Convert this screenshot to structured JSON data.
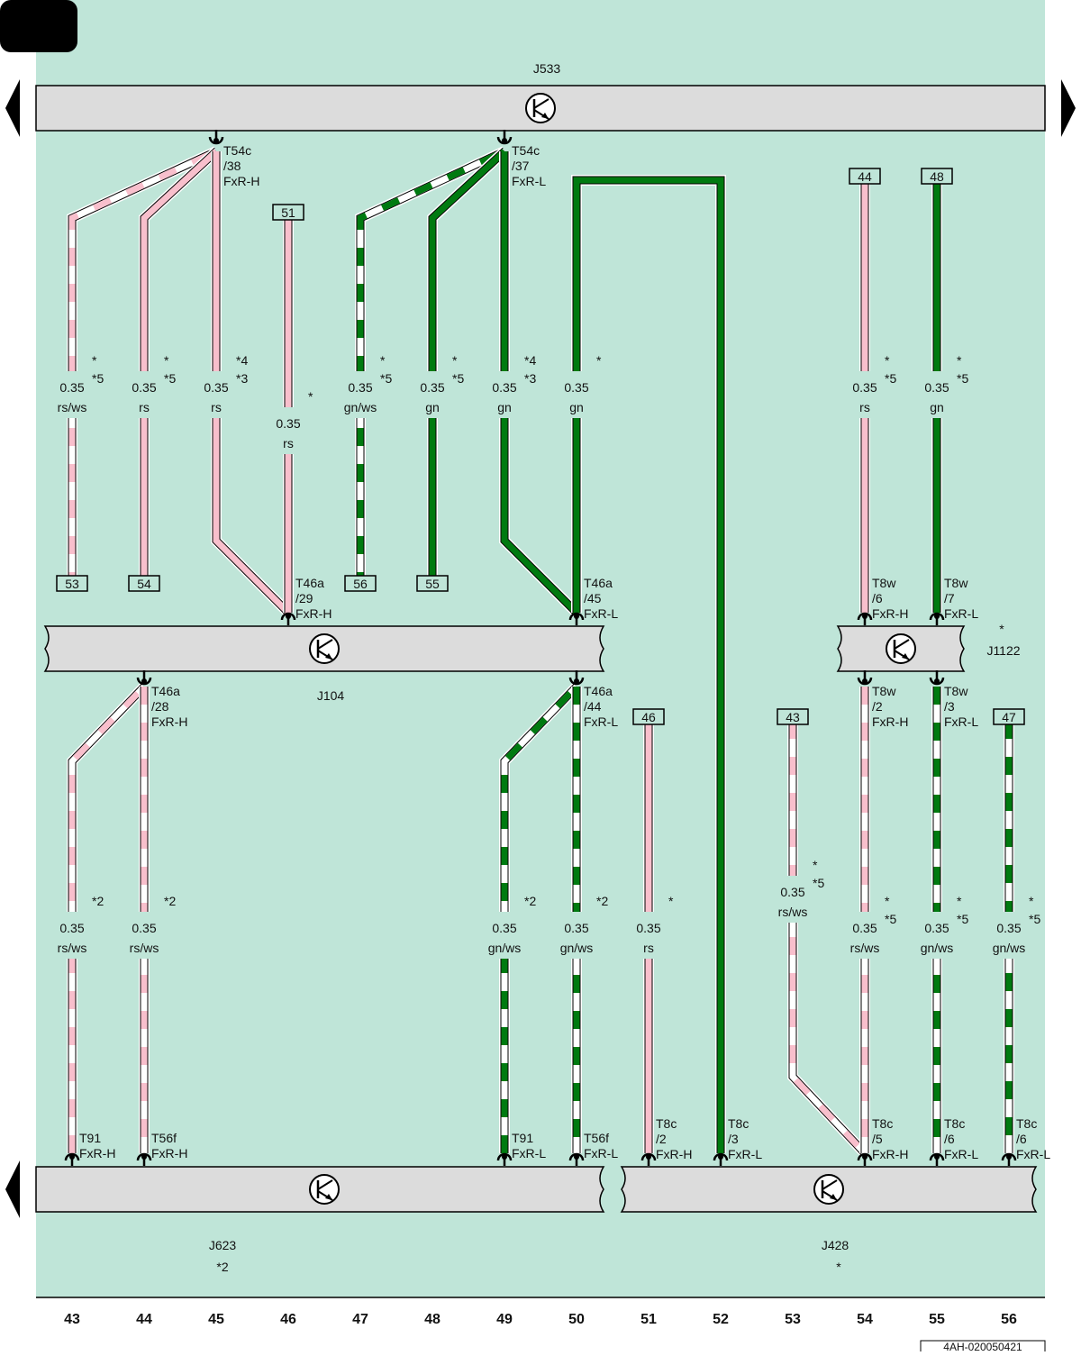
{
  "doc_ref": "4AH-020050421",
  "columns": [
    "43",
    "44",
    "45",
    "46",
    "47",
    "48",
    "49",
    "50",
    "51",
    "52",
    "53",
    "54",
    "55",
    "56"
  ],
  "components": {
    "j533": {
      "name": "J533",
      "note": ""
    },
    "j104": {
      "name": "J104",
      "note": ""
    },
    "j1122": {
      "name": "J1122",
      "note": "*"
    },
    "j623": {
      "name": "J623",
      "note": "*2"
    },
    "j428": {
      "name": "J428",
      "note": "*"
    }
  },
  "connectors": [
    {
      "id": "t54c-38",
      "lines": [
        "T54c",
        "/38",
        "FxR-H"
      ]
    },
    {
      "id": "t54c-37",
      "lines": [
        "T54c",
        "/37",
        "FxR-L"
      ]
    },
    {
      "id": "t46a-29",
      "lines": [
        "T46a",
        "/29",
        "FxR-H"
      ]
    },
    {
      "id": "t46a-45",
      "lines": [
        "T46a",
        "/45",
        "FxR-L"
      ]
    },
    {
      "id": "t8w-6",
      "lines": [
        "T8w",
        "/6",
        "FxR-H"
      ]
    },
    {
      "id": "t8w-7",
      "lines": [
        "T8w",
        "/7",
        "FxR-L"
      ]
    },
    {
      "id": "t46a-28",
      "lines": [
        "T46a",
        "/28",
        "FxR-H"
      ]
    },
    {
      "id": "t46a-44",
      "lines": [
        "T46a",
        "/44",
        "FxR-L"
      ]
    },
    {
      "id": "t8w-2",
      "lines": [
        "T8w",
        "/2",
        "FxR-H"
      ]
    },
    {
      "id": "t8w-3",
      "lines": [
        "T8w",
        "/3",
        "FxR-L"
      ]
    },
    {
      "id": "t91-h",
      "lines": [
        "T91",
        "FxR-H"
      ]
    },
    {
      "id": "t56f-h",
      "lines": [
        "T56f",
        "FxR-H"
      ]
    },
    {
      "id": "t91-l",
      "lines": [
        "T91",
        "FxR-L"
      ]
    },
    {
      "id": "t56f-l",
      "lines": [
        "T56f",
        "FxR-L"
      ]
    },
    {
      "id": "t8c-2",
      "lines": [
        "T8c",
        "/2",
        "FxR-H"
      ]
    },
    {
      "id": "t8c-3",
      "lines": [
        "T8c",
        "/3",
        "FxR-L"
      ]
    },
    {
      "id": "t8c-5",
      "lines": [
        "T8c",
        "/5",
        "FxR-H"
      ]
    },
    {
      "id": "t8c-6a",
      "lines": [
        "T8c",
        "/6",
        "FxR-L"
      ]
    },
    {
      "id": "t8c-6b",
      "lines": [
        "T8c",
        "/6",
        "FxR-L"
      ]
    }
  ],
  "refboxes": [
    "51",
    "44",
    "48",
    "53",
    "54",
    "56",
    "55",
    "46",
    "43",
    "47"
  ],
  "wires": [
    {
      "id": "w43-top",
      "size": "0.35",
      "color": "rs/ws",
      "note1": "*",
      "note2": "*5"
    },
    {
      "id": "w44-top",
      "size": "0.35",
      "color": "rs",
      "note1": "*",
      "note2": "*5"
    },
    {
      "id": "w45-top",
      "size": "0.35",
      "color": "rs",
      "note1": "*4",
      "note2": "*3"
    },
    {
      "id": "w46-top",
      "size": "0.35",
      "color": "rs",
      "note1": "*",
      "note2": ""
    },
    {
      "id": "w47-top",
      "size": "0.35",
      "color": "gn/ws",
      "note1": "*",
      "note2": "*5"
    },
    {
      "id": "w48-top",
      "size": "0.35",
      "color": "gn",
      "note1": "*",
      "note2": "*5"
    },
    {
      "id": "w49-top",
      "size": "0.35",
      "color": "gn",
      "note1": "*4",
      "note2": "*3"
    },
    {
      "id": "w50-top",
      "size": "0.35",
      "color": "gn",
      "note1": "*",
      "note2": ""
    },
    {
      "id": "w54-top",
      "size": "0.35",
      "color": "rs",
      "note1": "*",
      "note2": "*5"
    },
    {
      "id": "w55-top",
      "size": "0.35",
      "color": "gn",
      "note1": "*",
      "note2": "*5"
    },
    {
      "id": "w43-bot",
      "size": "0.35",
      "color": "rs/ws",
      "note1": "*2",
      "note2": ""
    },
    {
      "id": "w44-bot",
      "size": "0.35",
      "color": "rs/ws",
      "note1": "*2",
      "note2": ""
    },
    {
      "id": "w49-bot",
      "size": "0.35",
      "color": "gn/ws",
      "note1": "*2",
      "note2": ""
    },
    {
      "id": "w50-bot",
      "size": "0.35",
      "color": "gn/ws",
      "note1": "*2",
      "note2": ""
    },
    {
      "id": "w51-bot",
      "size": "0.35",
      "color": "rs",
      "note1": "*",
      "note2": ""
    },
    {
      "id": "w53-bot",
      "size": "0.35",
      "color": "rs/ws",
      "note1": "*",
      "note2": "*5"
    },
    {
      "id": "w54-bot",
      "size": "0.35",
      "color": "rs/ws",
      "note1": "*",
      "note2": "*5"
    },
    {
      "id": "w55-bot",
      "size": "0.35",
      "color": "gn/ws",
      "note1": "*",
      "note2": "*5"
    },
    {
      "id": "w56-bot",
      "size": "0.35",
      "color": "gn/ws",
      "note1": "*",
      "note2": "*5"
    }
  ],
  "colors": {
    "background": "#bfe5d8",
    "component": "#dcdcdc",
    "pink": "#f8bfcc",
    "green": "#007a10",
    "white": "#ffffff"
  }
}
